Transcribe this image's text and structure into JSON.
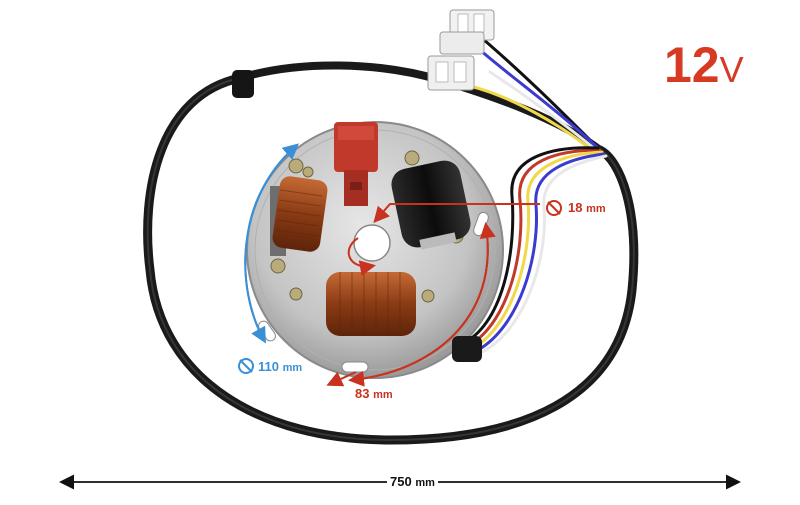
{
  "product": {
    "voltage": "12",
    "voltage_unit": "V"
  },
  "dimensions": {
    "center_hole": {
      "value": "18",
      "unit": "mm"
    },
    "plate_diameter": {
      "value": "110",
      "unit": "mm"
    },
    "mounting_hole_spacing": {
      "value": "83",
      "unit": "mm"
    },
    "cable_length": {
      "value": "750",
      "unit": "mm"
    }
  },
  "colors": {
    "voltage_text": "#d63a22",
    "red_dimension": "#c8321e",
    "blue_dimension": "#3a8fd6",
    "cable": "#1a1a1a",
    "coil_copper": "#a0522d",
    "plate": "#c9c9c9",
    "ignition_coil": "#c0392b",
    "black_coil": "#141414"
  },
  "wires": [
    "black",
    "blue",
    "white",
    "yellow",
    "red"
  ]
}
